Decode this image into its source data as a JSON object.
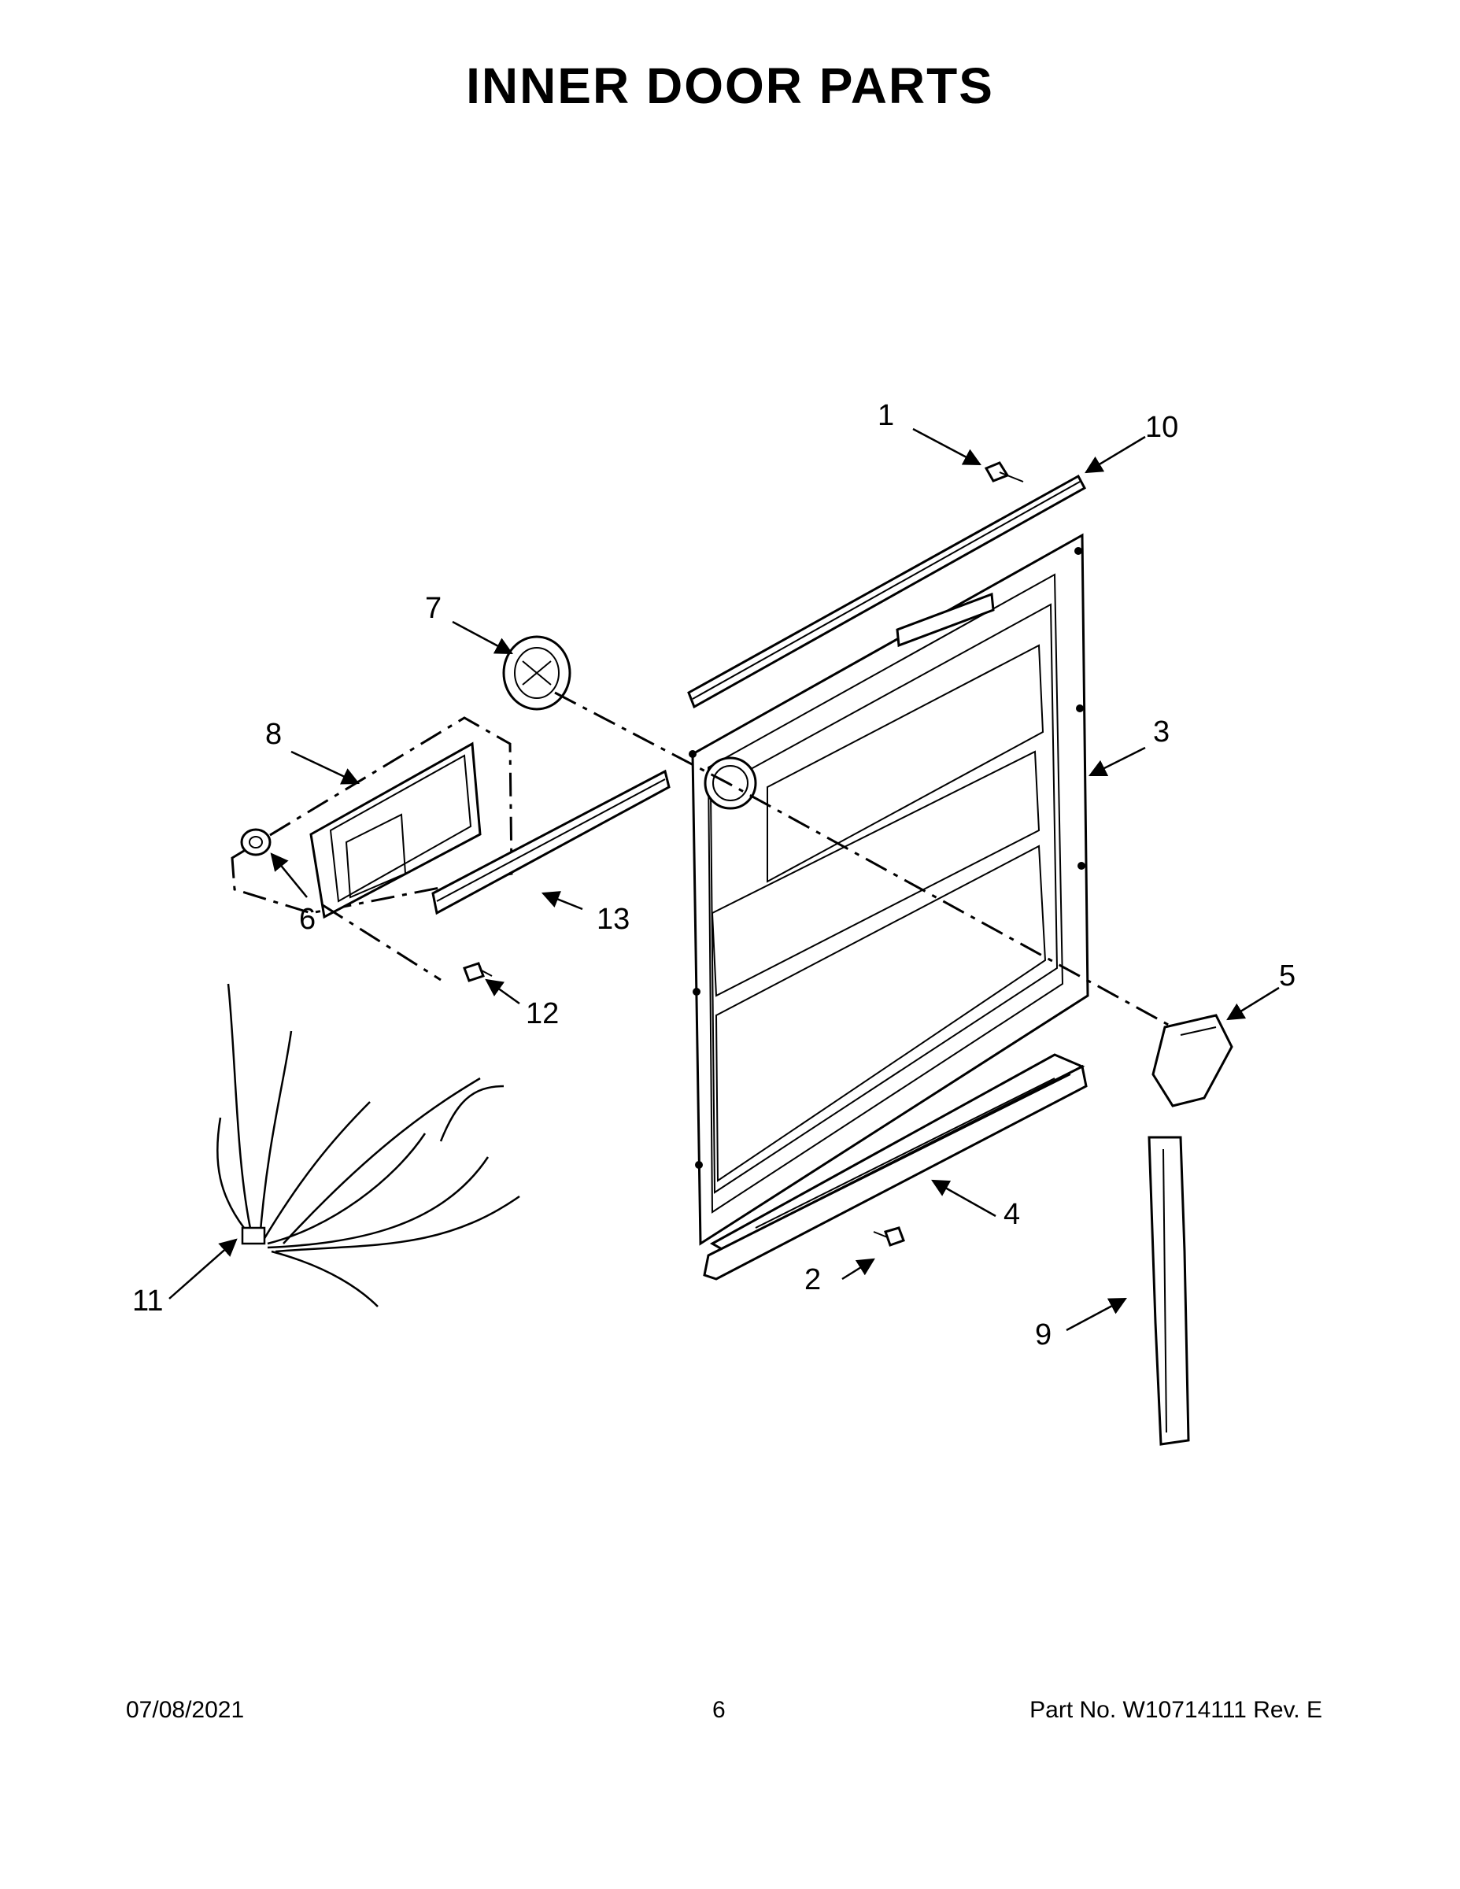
{
  "title": "INNER DOOR PARTS",
  "callouts": [
    "1",
    "2",
    "3",
    "4",
    "5",
    "6",
    "7",
    "8",
    "9",
    "10",
    "11",
    "12",
    "13"
  ],
  "footer": {
    "date": "07/08/2021",
    "page": "6",
    "part_no": "Part No.  W10714111  Rev.  E"
  }
}
